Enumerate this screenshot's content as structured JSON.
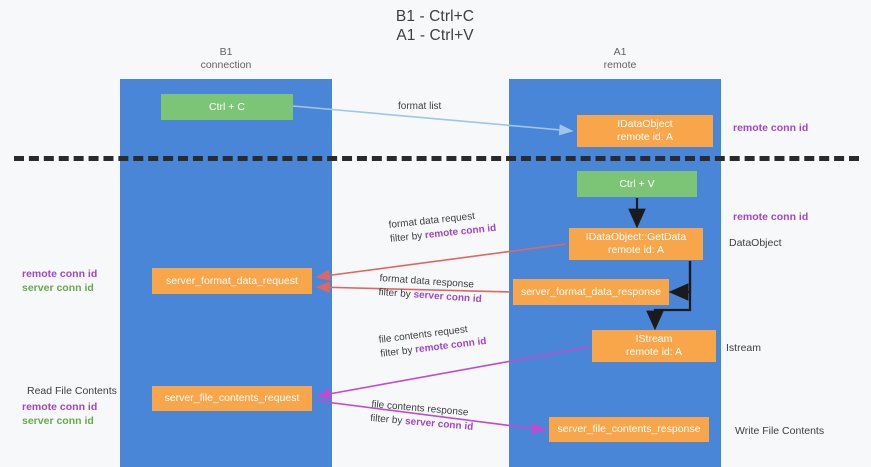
{
  "title": "B1 - Ctrl+C\nA1 - Ctrl+V",
  "title_line1": "B1 - Ctrl+C",
  "title_line2": "A1 - Ctrl+V",
  "lanes": [
    {
      "id": "b1",
      "name": "B1",
      "role": "connection",
      "color": "#4a86d8"
    },
    {
      "id": "a1",
      "name": "A1",
      "role": "remote",
      "color": "#4a86d8"
    }
  ],
  "colors": {
    "lane": "#4a86d8",
    "orange_box": "#f9a64a",
    "green_box": "#7cc576",
    "remote_conn_id": "#a246c8",
    "server_conn_id": "#6aa84f",
    "arrow_format_list": "#9fc5e8",
    "arrow_format_data": "#e06666",
    "arrow_file_contents": "#c04ad0",
    "arrow_black": "#1b1b1b",
    "divider": "#2b2b2b",
    "background": "#f7f8fa"
  },
  "boxes": {
    "ctrl_c": {
      "label": "Ctrl + C",
      "kind": "green",
      "lane": "b1"
    },
    "idataobject": {
      "line1": "IDataObject",
      "line2": "remote id: A",
      "kind": "orange",
      "lane": "a1"
    },
    "ctrl_v": {
      "label": "Ctrl + V",
      "kind": "green",
      "lane": "a1"
    },
    "getdata": {
      "line1": "IDataObject::GetData",
      "line2": "remote id: A",
      "kind": "orange",
      "lane": "a1"
    },
    "server_format_data_request": {
      "label": "server_format_data_request",
      "kind": "orange",
      "lane": "b1"
    },
    "server_format_data_response": {
      "label": "server_format_data_response",
      "kind": "orange",
      "lane": "a1"
    },
    "istream": {
      "line1": "IStream",
      "line2": "remote id: A",
      "kind": "orange",
      "lane": "a1"
    },
    "server_file_contents_request": {
      "label": "server_file_contents_request",
      "kind": "orange",
      "lane": "b1"
    },
    "server_file_contents_response": {
      "label": "server_file_contents_response",
      "kind": "orange",
      "lane": "a1"
    }
  },
  "edge_labels": {
    "format_list": {
      "line1": "format list",
      "line2": "",
      "accent": ""
    },
    "format_data_request": {
      "line1": "format data request",
      "prefix": "filter by ",
      "accent": "remote conn id"
    },
    "format_data_response": {
      "line1": "format data response",
      "prefix": "filter by ",
      "accent": "server conn id"
    },
    "file_contents_request": {
      "line1": "file contents request",
      "prefix": "filter by ",
      "accent": "remote conn id"
    },
    "file_contents_response": {
      "line1": "file contents response",
      "prefix": "filter by ",
      "accent": "server conn id"
    }
  },
  "annotations": {
    "right": [
      {
        "text": "remote conn id",
        "style": "purple"
      },
      {
        "text": "remote conn id",
        "style": "purple"
      },
      {
        "text": "DataObject",
        "style": "plain"
      },
      {
        "text": "Istream",
        "style": "plain"
      },
      {
        "text": "Write File Contents",
        "style": "plain"
      }
    ],
    "left": [
      {
        "text": "remote conn id",
        "style": "purple"
      },
      {
        "text": "server conn id",
        "style": "green"
      },
      {
        "text": "Read File Contents",
        "style": "plain"
      },
      {
        "text": "remote conn id",
        "style": "purple"
      },
      {
        "text": "server conn id",
        "style": "green"
      }
    ],
    "right_remote_conn_id_1": "remote conn id",
    "right_remote_conn_id_2": "remote conn id",
    "right_dataobject": "DataObject",
    "right_istream": "Istream",
    "right_write_file_contents": "Write File Contents",
    "left_remote_conn_id_1": "remote conn id",
    "left_server_conn_id_1": "server conn id",
    "left_read_file_contents": "Read File Contents",
    "left_remote_conn_id_2": "remote conn id",
    "left_server_conn_id_2": "server conn id"
  }
}
